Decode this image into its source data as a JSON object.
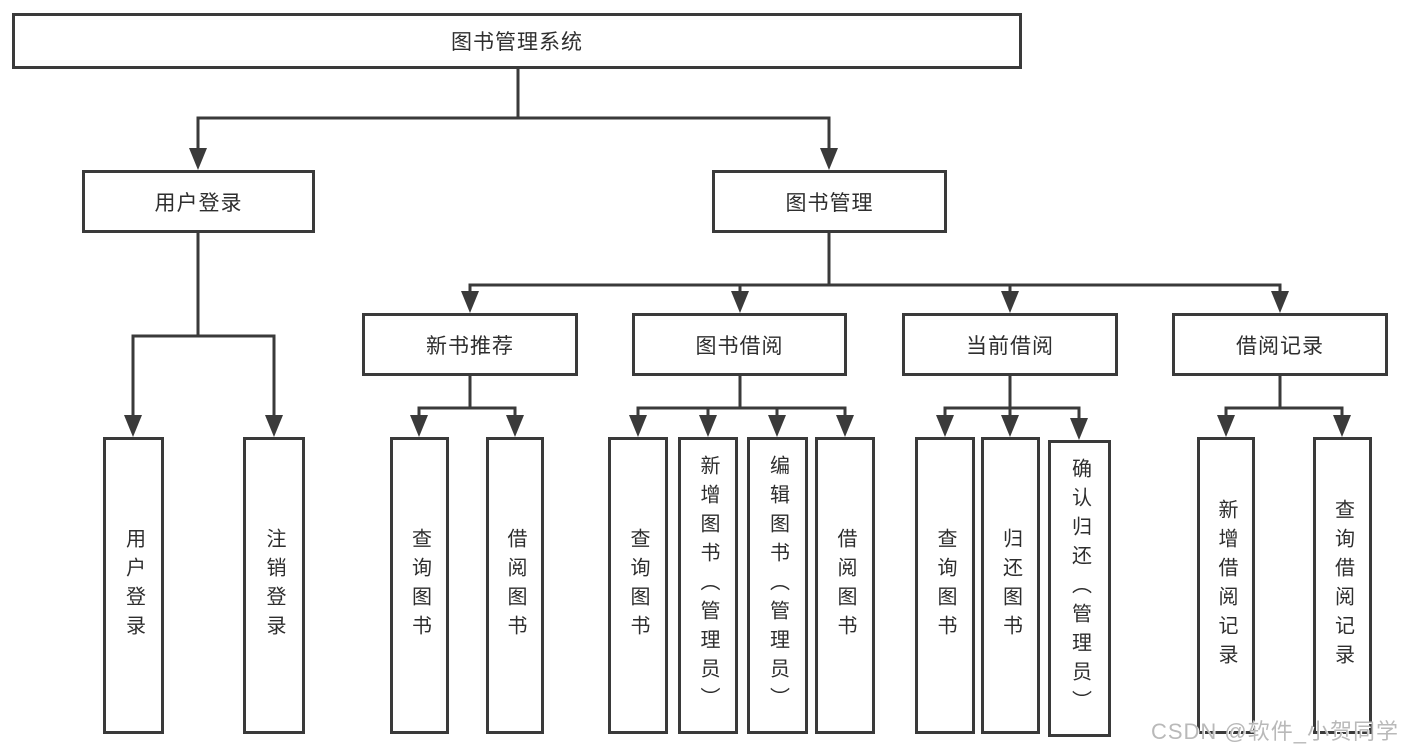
{
  "watermark": "CSDN @软件_小贺同学",
  "colors": {
    "line": "#3a3a3a",
    "box_border": "#3a3a3a",
    "text": "#2e2e2e",
    "watermark_text": "#b9b9b9",
    "background": "#ffffff"
  },
  "tree": {
    "root": {
      "label": "图书管理系统"
    },
    "level2": [
      {
        "label": "用户登录",
        "leaves": [
          {
            "label": "用户登录"
          },
          {
            "label": "注销登录"
          }
        ]
      },
      {
        "label": "图书管理",
        "groups": [
          {
            "label": "新书推荐",
            "leaves": [
              {
                "label": "查询图书"
              },
              {
                "label": "借阅图书"
              }
            ]
          },
          {
            "label": "图书借阅",
            "leaves": [
              {
                "label": "查询图书"
              },
              {
                "label": "新增图书（管理员）"
              },
              {
                "label": "编辑图书（管理员）"
              },
              {
                "label": "借阅图书"
              }
            ]
          },
          {
            "label": "当前借阅",
            "leaves": [
              {
                "label": "查询图书"
              },
              {
                "label": "归还图书"
              },
              {
                "label": "确认归还（管理员）"
              }
            ]
          },
          {
            "label": "借阅记录",
            "leaves": [
              {
                "label": "新增借阅记录"
              },
              {
                "label": "查询借阅记录"
              }
            ]
          }
        ]
      }
    ]
  }
}
